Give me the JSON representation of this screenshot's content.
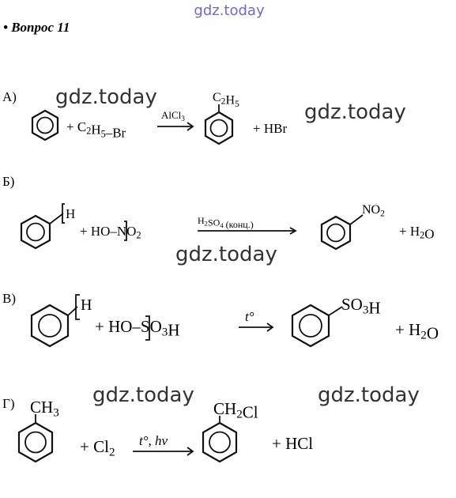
{
  "header": {
    "site_watermark": "gdz.today",
    "question_title": "• Вопрос 11"
  },
  "watermarks": [
    "gdz.today",
    "gdz.today",
    "gdz.today",
    "gdz.today",
    "gdz.today"
  ],
  "reactions": [
    {
      "label": "А)",
      "reagent": "+ C2H5–Br",
      "condition": "AlCl3",
      "product_substituent": "C2H5",
      "byproduct": "+ HBr"
    },
    {
      "label": "Б)",
      "reactant_h": "H",
      "reagent": "+ HO–NO2",
      "condition": "H2SO4 (конц.)",
      "product_substituent": "NO2",
      "byproduct": "+ H2O"
    },
    {
      "label": "В)",
      "reactant_h": "H",
      "reagent": "+ HO–SO3H",
      "condition": "t°",
      "product_substituent": "SO3H",
      "byproduct": "+ H2O"
    },
    {
      "label": "Г)",
      "reactant_substituent": "CH3",
      "reagent": "+ Cl2",
      "condition": "t°, hν",
      "product_substituent": "CH2Cl",
      "byproduct": "+ HCl"
    }
  ]
}
